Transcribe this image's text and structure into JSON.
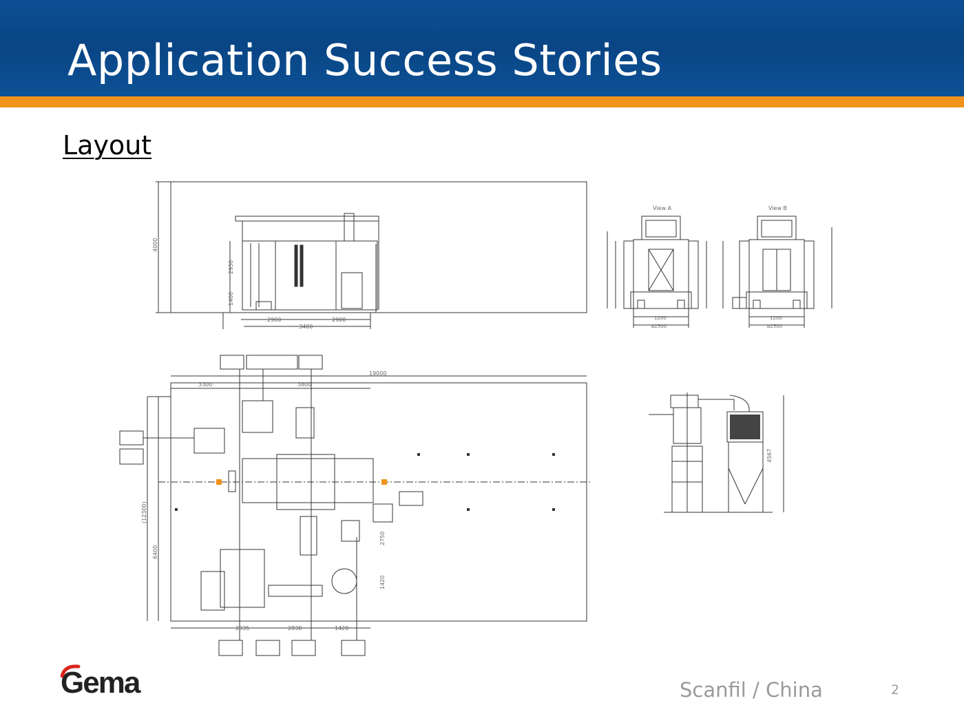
{
  "header": {
    "title": "Application Success Stories"
  },
  "section": {
    "heading": "Layout"
  },
  "drawings": {
    "side_elevation": {
      "dims": [
        "4000",
        "2950",
        "1400",
        "2900",
        "3400",
        "2900"
      ]
    },
    "view_a": {
      "label": "View A",
      "dims": [
        "1200",
        "ø2500"
      ]
    },
    "view_b": {
      "label": "View B",
      "dims": [
        "1200",
        "ø2500"
      ]
    },
    "plan_view": {
      "dims": [
        "3300",
        "3800",
        "19000",
        "(12300)",
        "6400",
        "2750",
        "1420",
        "2035",
        "2830",
        "1420"
      ]
    },
    "filter_unit": {
      "dims": [
        "4567"
      ]
    }
  },
  "branding": {
    "logo": "Gema",
    "logo_color": "#d9251d"
  },
  "footer": {
    "text": "Scanfil / China",
    "page_number": "2"
  },
  "colors": {
    "header_blue": "#0a4585",
    "accent_orange": "#f1921a"
  }
}
